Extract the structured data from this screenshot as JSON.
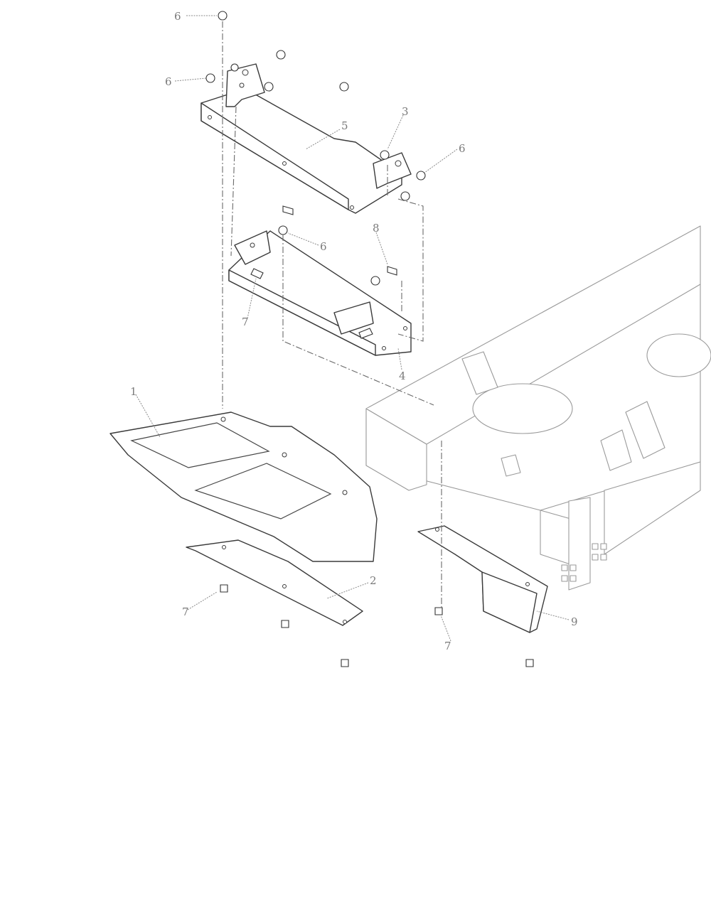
{
  "callouts": {
    "c1": "1",
    "c2": "2",
    "c3": "3",
    "c4": "4",
    "c5": "5",
    "c6a": "6",
    "c6b": "6",
    "c6c": "6",
    "c6d": "6",
    "c7a": "7",
    "c7b": "7",
    "c7c": "7",
    "c8": "8",
    "c9": "9"
  },
  "colors": {
    "line": "#3a3a3a",
    "callout_text": "#7a7a7a",
    "background": "#ffffff"
  }
}
